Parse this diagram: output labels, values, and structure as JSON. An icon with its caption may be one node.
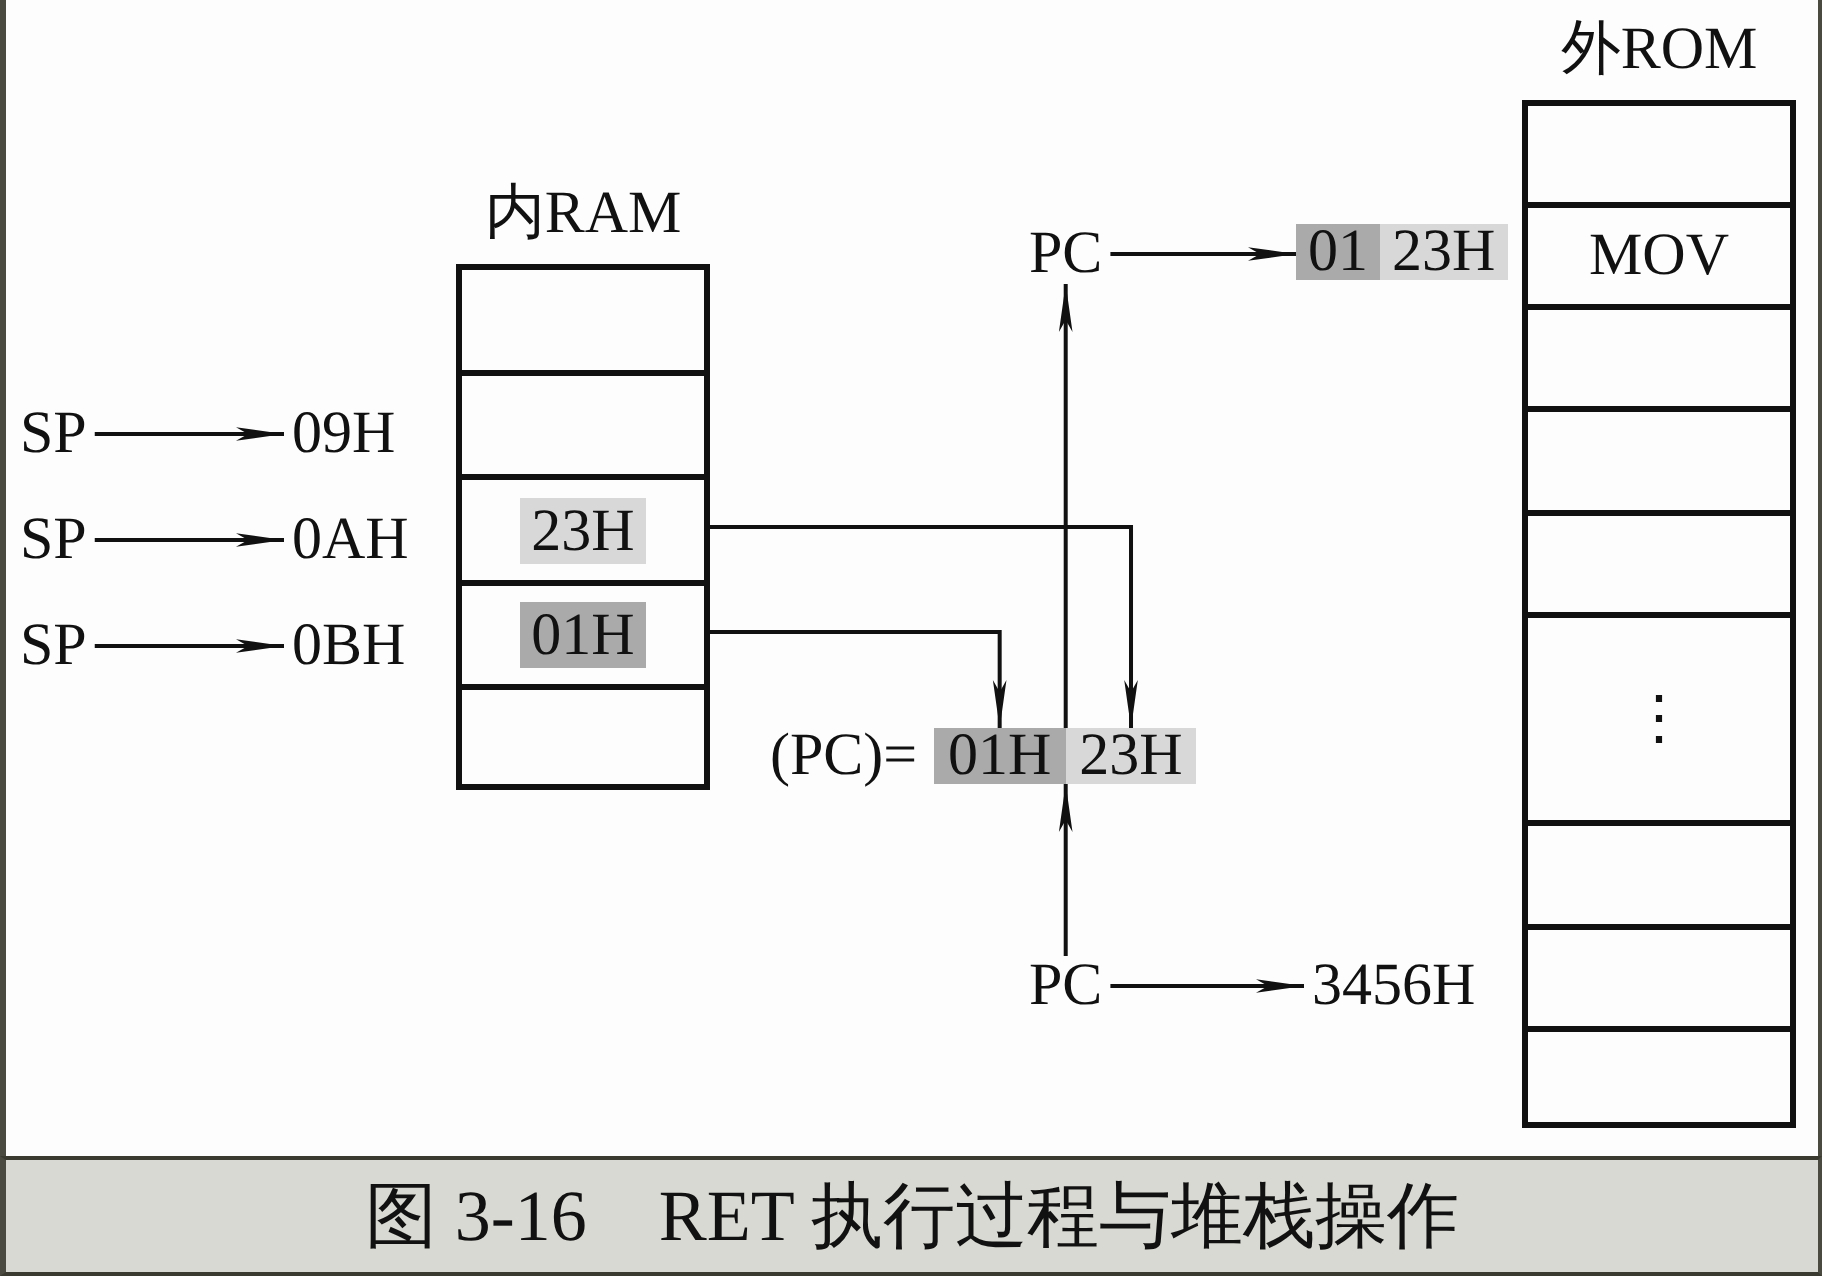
{
  "diagram": {
    "caption": "图 3-16　RET 执行过程与堆栈操作",
    "nodes": [
      {
        "text": [
          "内RAM"
        ]
      },
      {
        "text": [],
        "shape": "box",
        "in": 0
      },
      {
        "text": [],
        "shape": "box",
        "in": 0
      },
      {
        "text": [
          "23H"
        ],
        "in": 0
      },
      {
        "text": [
          "01H"
        ],
        "in": 0
      },
      {
        "text": [],
        "shape": "box",
        "in": 0
      },
      {
        "text": [
          "SP"
        ]
      },
      {
        "text": [
          "09H"
        ]
      },
      {
        "text": [
          "SP"
        ]
      },
      {
        "text": [
          "0AH"
        ]
      },
      {
        "text": [
          "SP"
        ]
      },
      {
        "text": [
          "0BH"
        ]
      },
      {
        "text": [
          "PC"
        ]
      },
      {
        "text": [
          "01",
          "23H"
        ]
      },
      {
        "text": [
          "01H",
          "23H"
        ],
        "beside": [
          "(PC)="
        ]
      },
      {
        "text": [
          "PC"
        ]
      },
      {
        "text": [
          "3456H"
        ]
      },
      {
        "text": [
          "外ROM"
        ]
      },
      {
        "text": [],
        "shape": "box",
        "in": 17
      },
      {
        "text": [
          "MOV"
        ],
        "in": 17
      },
      {
        "text": [],
        "shape": "box",
        "in": 17
      },
      {
        "text": [],
        "shape": "box",
        "in": 17
      },
      {
        "text": [],
        "shape": "box",
        "in": 17
      },
      {
        "text": [
          "⋮"
        ],
        "in": 17
      },
      {
        "text": [],
        "shape": "box",
        "in": 17
      },
      {
        "text": [],
        "shape": "box",
        "in": 17
      },
      {
        "text": [],
        "shape": "box",
        "in": 17
      }
    ],
    "edges": [
      {
        "from": 6,
        "to": 7,
        "arrow": "to"
      },
      {
        "from": 8,
        "to": 9,
        "arrow": "to"
      },
      {
        "from": 10,
        "to": 11,
        "arrow": "to"
      },
      {
        "from": 12,
        "to": 13,
        "arrow": "to"
      },
      {
        "from": 3,
        "to": 14,
        "arrow": "to"
      },
      {
        "from": 4,
        "to": 14,
        "arrow": "to"
      },
      {
        "from": 14,
        "to": 12,
        "arrow": "to"
      },
      {
        "from": 15,
        "to": 14,
        "arrow": "to"
      },
      {
        "from": 15,
        "to": 16,
        "arrow": "to"
      }
    ]
  }
}
